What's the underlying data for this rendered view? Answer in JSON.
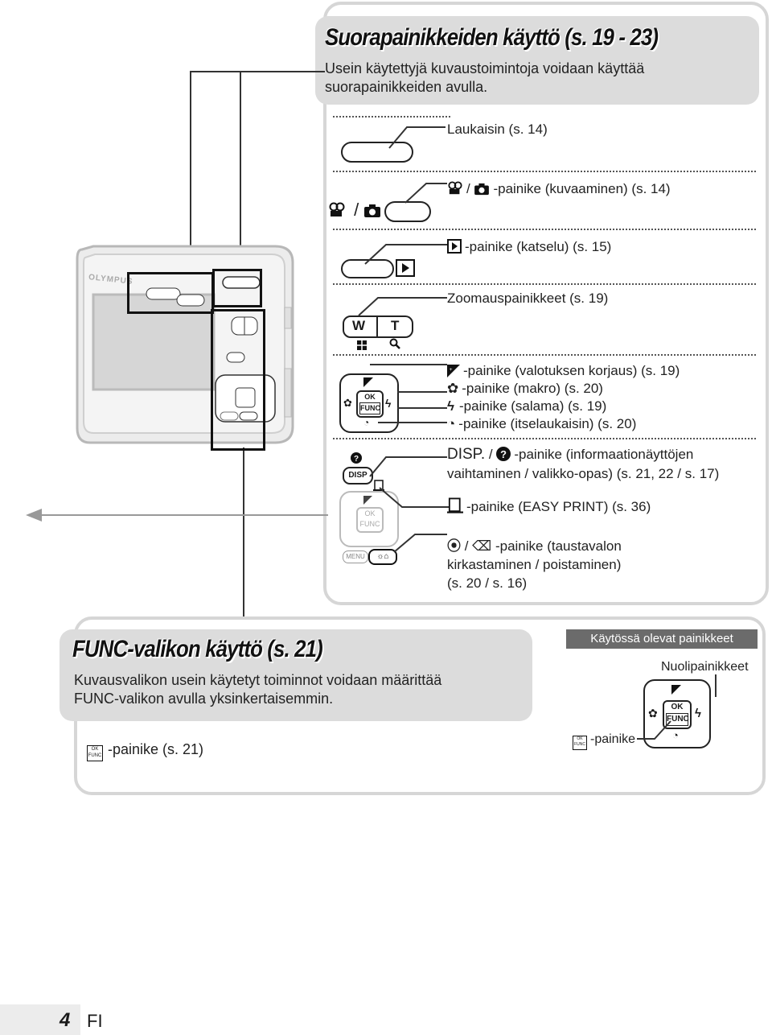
{
  "section1": {
    "title": "Suorapainikkeiden käyttö (s. 19 - 23)",
    "desc_line1": "Usein käytettyjä kuvaustoimintoja voidaan käyttää",
    "desc_line2": "suorapainikkeiden avulla."
  },
  "items": {
    "shutter": "Laukaisin (s. 14)",
    "movie_shoot": "-painike (kuvaaminen) (s. 14)",
    "playback": "-painike (katselu) (s. 15)",
    "zoom": "Zoomauspainikkeet (s. 19)",
    "exposure": "-painike (valotuksen korjaus) (s. 19)",
    "macro": "-painike (makro) (s. 20)",
    "flash": "-painike (salama) (s. 19)",
    "selftimer": "-painike (itselaukaisin) (s. 20)",
    "disp_prefix": "DISP.",
    "disp_line1": "-painike (informaationäyttöjen",
    "disp_line2": "vaihtaminen / valikko-opas) (s. 21, 22 / s. 17)",
    "print": "-painike (EASY PRINT) (s. 36)",
    "backlight_line1": "-painike (taustavalon",
    "backlight_line2": "kirkastaminen / poistaminen)",
    "backlight_line3": "(s. 20 / s. 16)"
  },
  "button_letters": {
    "wide": "W",
    "tele": "T",
    "disp": "DISP",
    "menu": "MENU",
    "ok": "OK",
    "func": "FUNC",
    "brand": "OLYMPUS"
  },
  "section2": {
    "title": "FUNC-valikon käyttö (s. 21)",
    "desc_line1": "Kuvausvalikon usein käytetyt toiminnot voidaan määrittää",
    "desc_line2": "FUNC-valikon avulla yksinkertaisemmin.",
    "func_button": "-painike (s. 21)"
  },
  "active_panel": {
    "header": "Käytössä olevat painikkeet",
    "arrows": "Nuolipainikkeet",
    "func_button": "-painike"
  },
  "footer": {
    "page_number": "4",
    "language": "FI"
  },
  "colors": {
    "banner": "#dcdcdc",
    "frame": "#d6d6d6",
    "header_bar": "#6b6b6b"
  }
}
